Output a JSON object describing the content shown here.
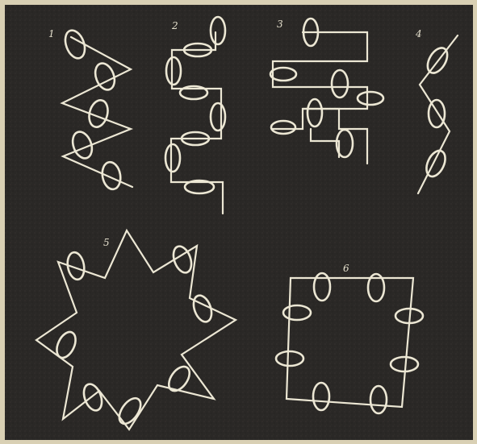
{
  "figure": {
    "panel_labels": [
      "1",
      "2",
      "3",
      "4",
      "5",
      "6"
    ]
  }
}
